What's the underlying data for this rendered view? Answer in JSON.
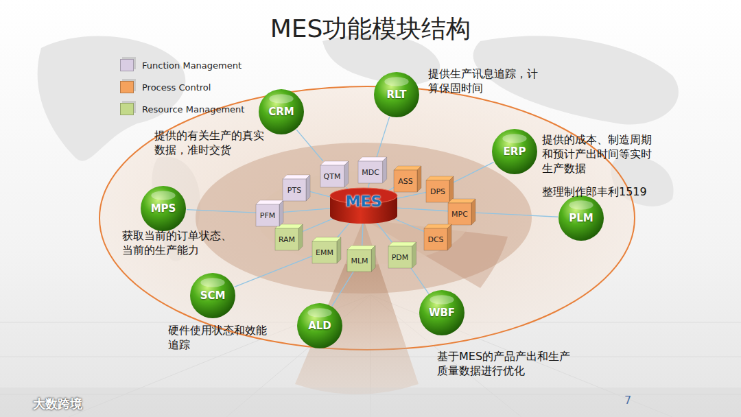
{
  "diagram": {
    "title": "MES功能模块结构",
    "nodes": [
      {
        "text": [
          "MES"
        ]
      },
      {
        "text": [
          "QTM"
        ]
      },
      {
        "text": [
          "MDC"
        ]
      },
      {
        "text": [
          "ASS"
        ]
      },
      {
        "text": [
          "DPS"
        ]
      },
      {
        "text": [
          "MPC"
        ]
      },
      {
        "text": [
          "DCS"
        ]
      },
      {
        "text": [
          "PDM"
        ]
      },
      {
        "text": [
          "MLM"
        ]
      },
      {
        "text": [
          "EMM"
        ]
      },
      {
        "text": [
          "RAM"
        ]
      },
      {
        "text": [
          "PFM"
        ]
      },
      {
        "text": [
          "PTS"
        ]
      },
      {
        "text": [
          "CRM"
        ]
      },
      {
        "text": [
          "RLT"
        ]
      },
      {
        "text": [
          "ERP"
        ]
      },
      {
        "text": [
          "MPS"
        ]
      },
      {
        "text": [
          "PLM"
        ]
      },
      {
        "text": [
          "SCM"
        ]
      },
      {
        "text": [
          "ALD"
        ]
      },
      {
        "text": [
          "WBF"
        ]
      }
    ],
    "edges": [
      {
        "from": 0,
        "to": 1,
        "arrow": "none"
      },
      {
        "from": 0,
        "to": 2,
        "arrow": "none"
      },
      {
        "from": 0,
        "to": 3,
        "arrow": "none"
      },
      {
        "from": 0,
        "to": 4,
        "arrow": "none"
      },
      {
        "from": 0,
        "to": 5,
        "arrow": "none"
      },
      {
        "from": 0,
        "to": 6,
        "arrow": "none"
      },
      {
        "from": 0,
        "to": 7,
        "arrow": "none"
      },
      {
        "from": 0,
        "to": 8,
        "arrow": "none"
      },
      {
        "from": 0,
        "to": 9,
        "arrow": "none"
      },
      {
        "from": 0,
        "to": 10,
        "arrow": "none"
      },
      {
        "from": 0,
        "to": 11,
        "arrow": "none"
      },
      {
        "from": 0,
        "to": 12,
        "arrow": "none"
      },
      {
        "from": 1,
        "to": 13,
        "arrow": "none"
      },
      {
        "from": 2,
        "to": 14,
        "arrow": "none"
      },
      {
        "from": 4,
        "to": 15,
        "arrow": "none"
      },
      {
        "from": 11,
        "to": 16,
        "arrow": "none"
      },
      {
        "from": 5,
        "to": 17,
        "arrow": "none"
      },
      {
        "from": 9,
        "to": 18,
        "arrow": "none"
      },
      {
        "from": 8,
        "to": 19,
        "arrow": "none"
      },
      {
        "from": 7,
        "to": 20,
        "arrow": "none"
      }
    ],
    "labels": [
      "提供生产讯息追踪，计算保固时间",
      "提供的有关生产的真实数据，准时交货",
      "提供的成本、制造周期和预计产出时间等实时生产数据",
      "整理制作郎丰利1519",
      "获取当前的订单状态、当前的生产能力",
      "硬件使用状态和效能追踪",
      "基于MES的产品产出和生产质量数据进行优化",
      "大数跨境",
      "7"
    ],
    "legend": [
      {
        "text": "Function Management",
        "color": "#d9cde3"
      },
      {
        "text": "Process Control",
        "color": "#f5a25d"
      },
      {
        "text": "Resource Management",
        "color": "#c3d98a"
      }
    ]
  }
}
